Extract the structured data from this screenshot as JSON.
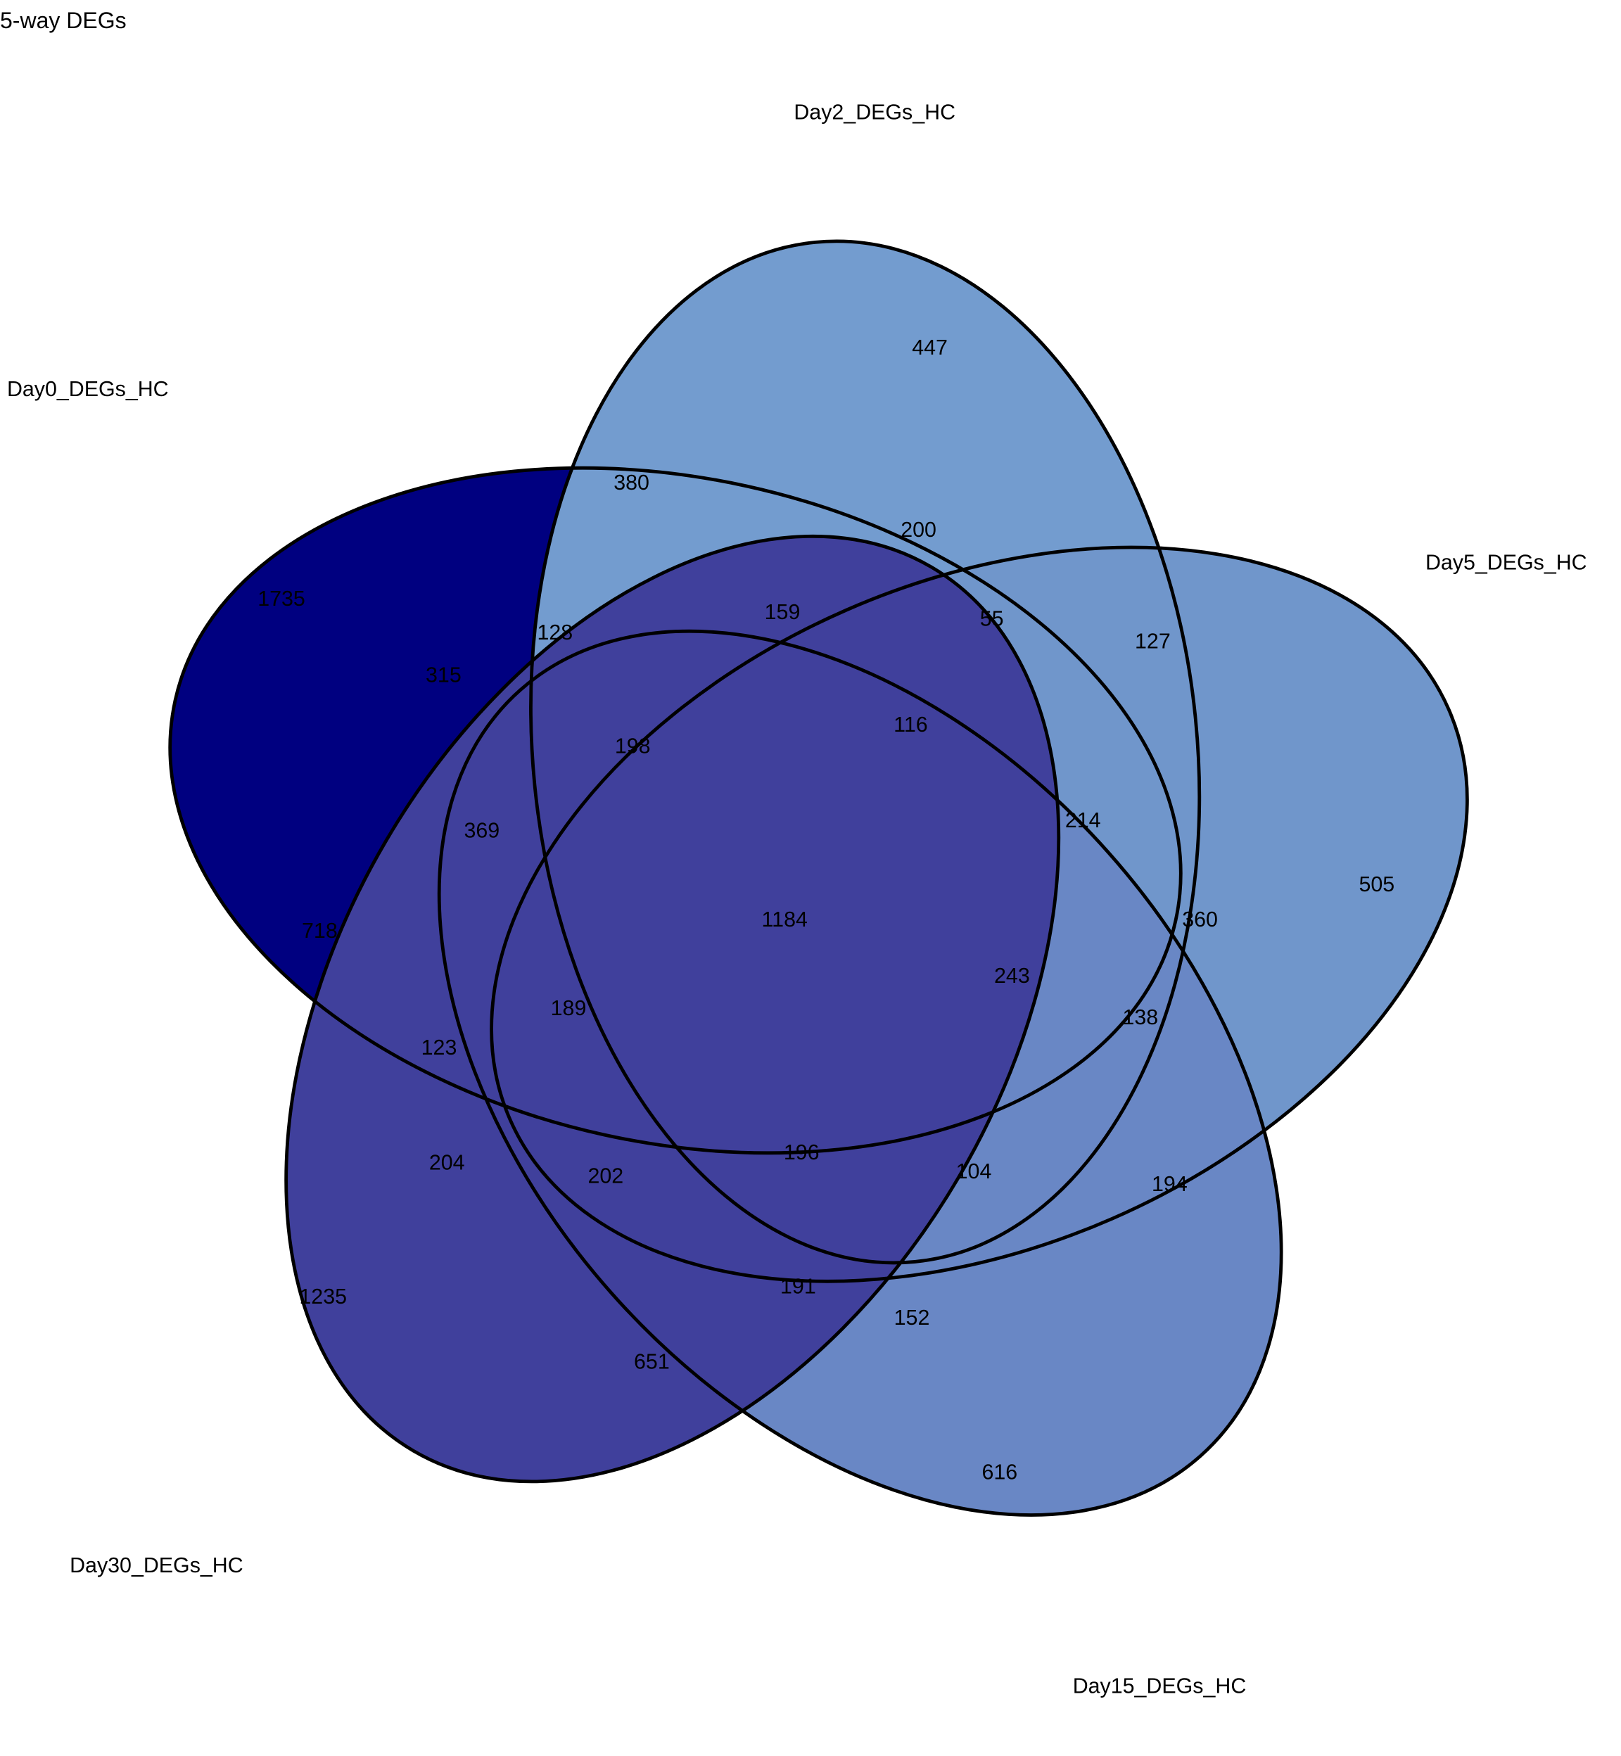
{
  "chart_data": {
    "type": "venn",
    "title": "5-way DEGs",
    "sets": [
      {
        "name": "Day0_DEGs_HC",
        "color": "#000080"
      },
      {
        "name": "Day2_DEGs_HC",
        "color": "#739ccf"
      },
      {
        "name": "Day5_DEGs_HC",
        "color": "#7096cb"
      },
      {
        "name": "Day15_DEGs_HC",
        "color": "#6987c5"
      },
      {
        "name": "Day30_DEGs_HC",
        "color": "#40409c"
      }
    ],
    "overlap_colors": {
      "2": "#77a6d7",
      "3": "#7fb8e0",
      "4": "#86c8e8",
      "5": "#4647a0"
    },
    "region_counts": [
      1735,
      447,
      505,
      616,
      1235,
      380,
      200,
      55,
      127,
      159,
      128,
      315,
      116,
      198,
      214,
      369,
      718,
      1184,
      360,
      243,
      189,
      138,
      123,
      204,
      202,
      196,
      104,
      194,
      191,
      152,
      651
    ]
  }
}
